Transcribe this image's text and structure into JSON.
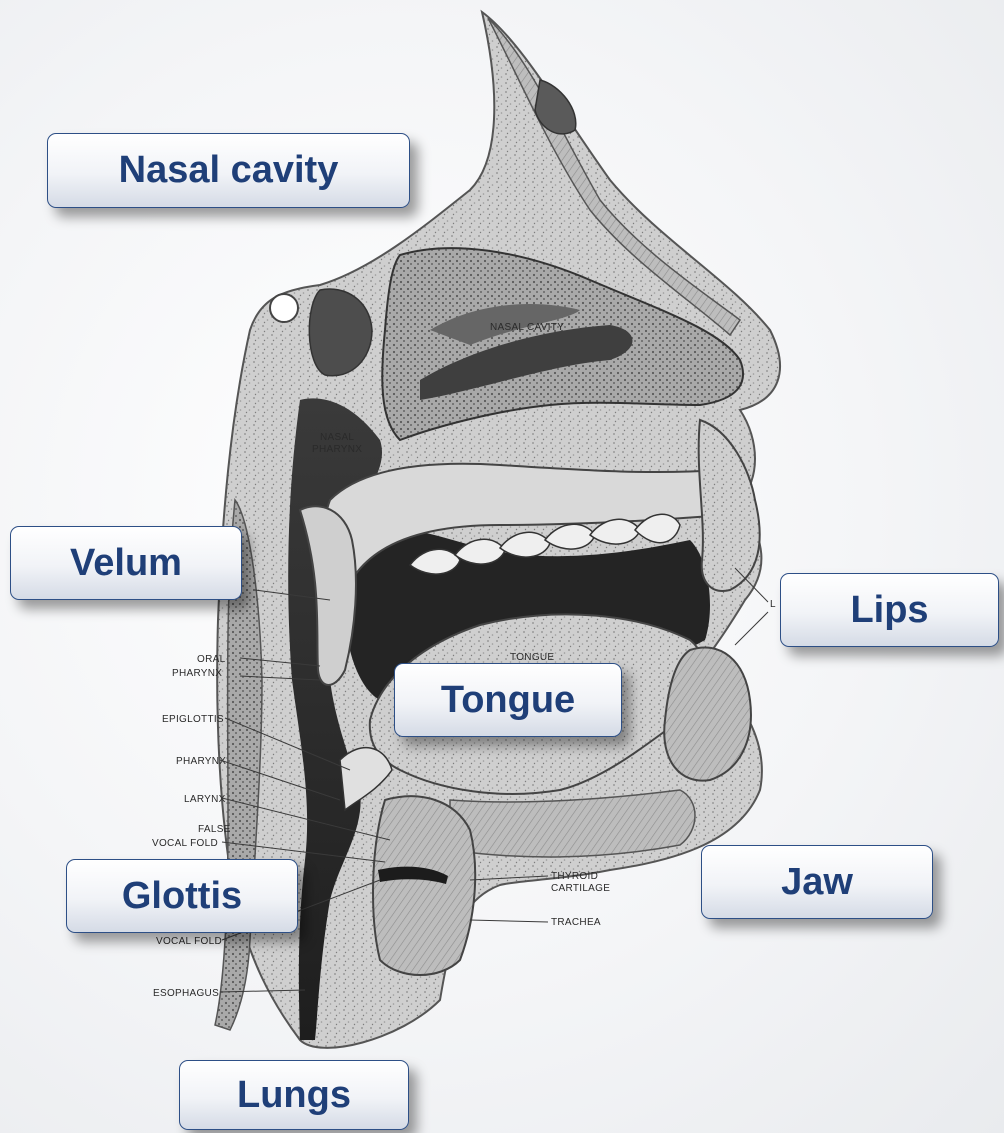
{
  "callouts": {
    "nasal_cavity": "Nasal cavity",
    "velum": "Velum",
    "lips": "Lips",
    "tongue": "Tongue",
    "glottis": "Glottis",
    "jaw": "Jaw",
    "lungs": "Lungs"
  },
  "anatomy_labels": {
    "nasal_cavity": "NASAL CAVITY",
    "nasal_pharynx_1": "NASAL",
    "nasal_pharynx_2": "PHARYNX",
    "tongue": "TONGUE",
    "oral_pharynx_1": "ORAL",
    "oral_pharynx_2": "PHARYNX",
    "epiglottis": "EPIGLOTTIS",
    "pharynx": "PHARYNX",
    "larynx": "LARYNX",
    "false_vocal_fold_1": "FALSE",
    "false_vocal_fold_2": "VOCAL FOLD",
    "vocal_fold": "VOCAL FOLD",
    "esophagus": "ESOPHAGUS",
    "thyroid_cartilage_1": "THYROID",
    "thyroid_cartilage_2": "CARTILAGE",
    "trachea": "TRACHEA",
    "lips_partial": "L"
  },
  "colors": {
    "callout_border": "#2d4f86",
    "callout_text": "#1f3f78",
    "tissue": "#c9c9c9",
    "airway": "#262626"
  }
}
